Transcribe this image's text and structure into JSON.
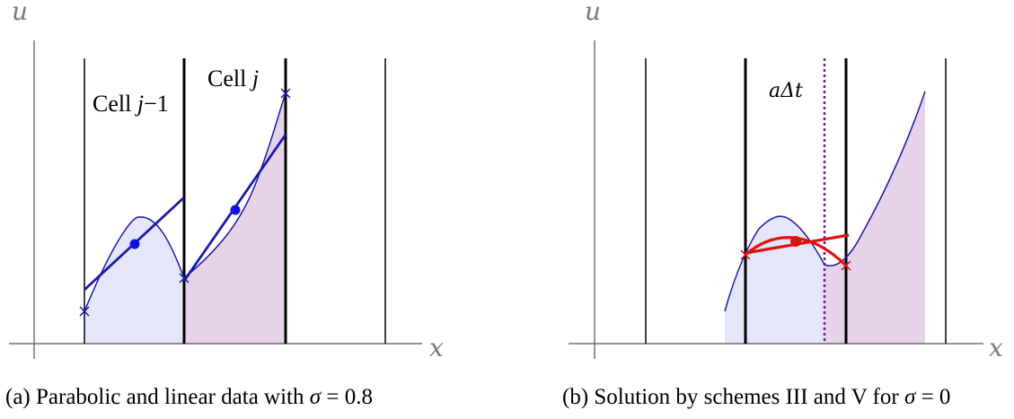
{
  "panel_a": {
    "axis_u": "u",
    "axis_x": "x",
    "cell_prev_label": "Cell ",
    "cell_prev_var": "j",
    "cell_prev_suffix": "−1",
    "cell_label": "Cell ",
    "cell_var": "j",
    "caption_text": "(a) Parabolic and linear data with ",
    "caption_sigma": "σ",
    "caption_value": " = 0.8"
  },
  "panel_b": {
    "axis_u": "u",
    "axis_x": "x",
    "shift_label": "aΔt",
    "caption_text": "(b) Solution by schemes III and V for ",
    "caption_sigma": "σ",
    "caption_value": " = 0"
  },
  "colors": {
    "curve": "#1a1aa8",
    "cell_left_fill": "#e4e6fa",
    "cell_right_fill": "#e6d3ea",
    "solution": "#e01010",
    "shift_line": "#7a1aa0",
    "axis": "#555555",
    "grid": "#000000"
  }
}
